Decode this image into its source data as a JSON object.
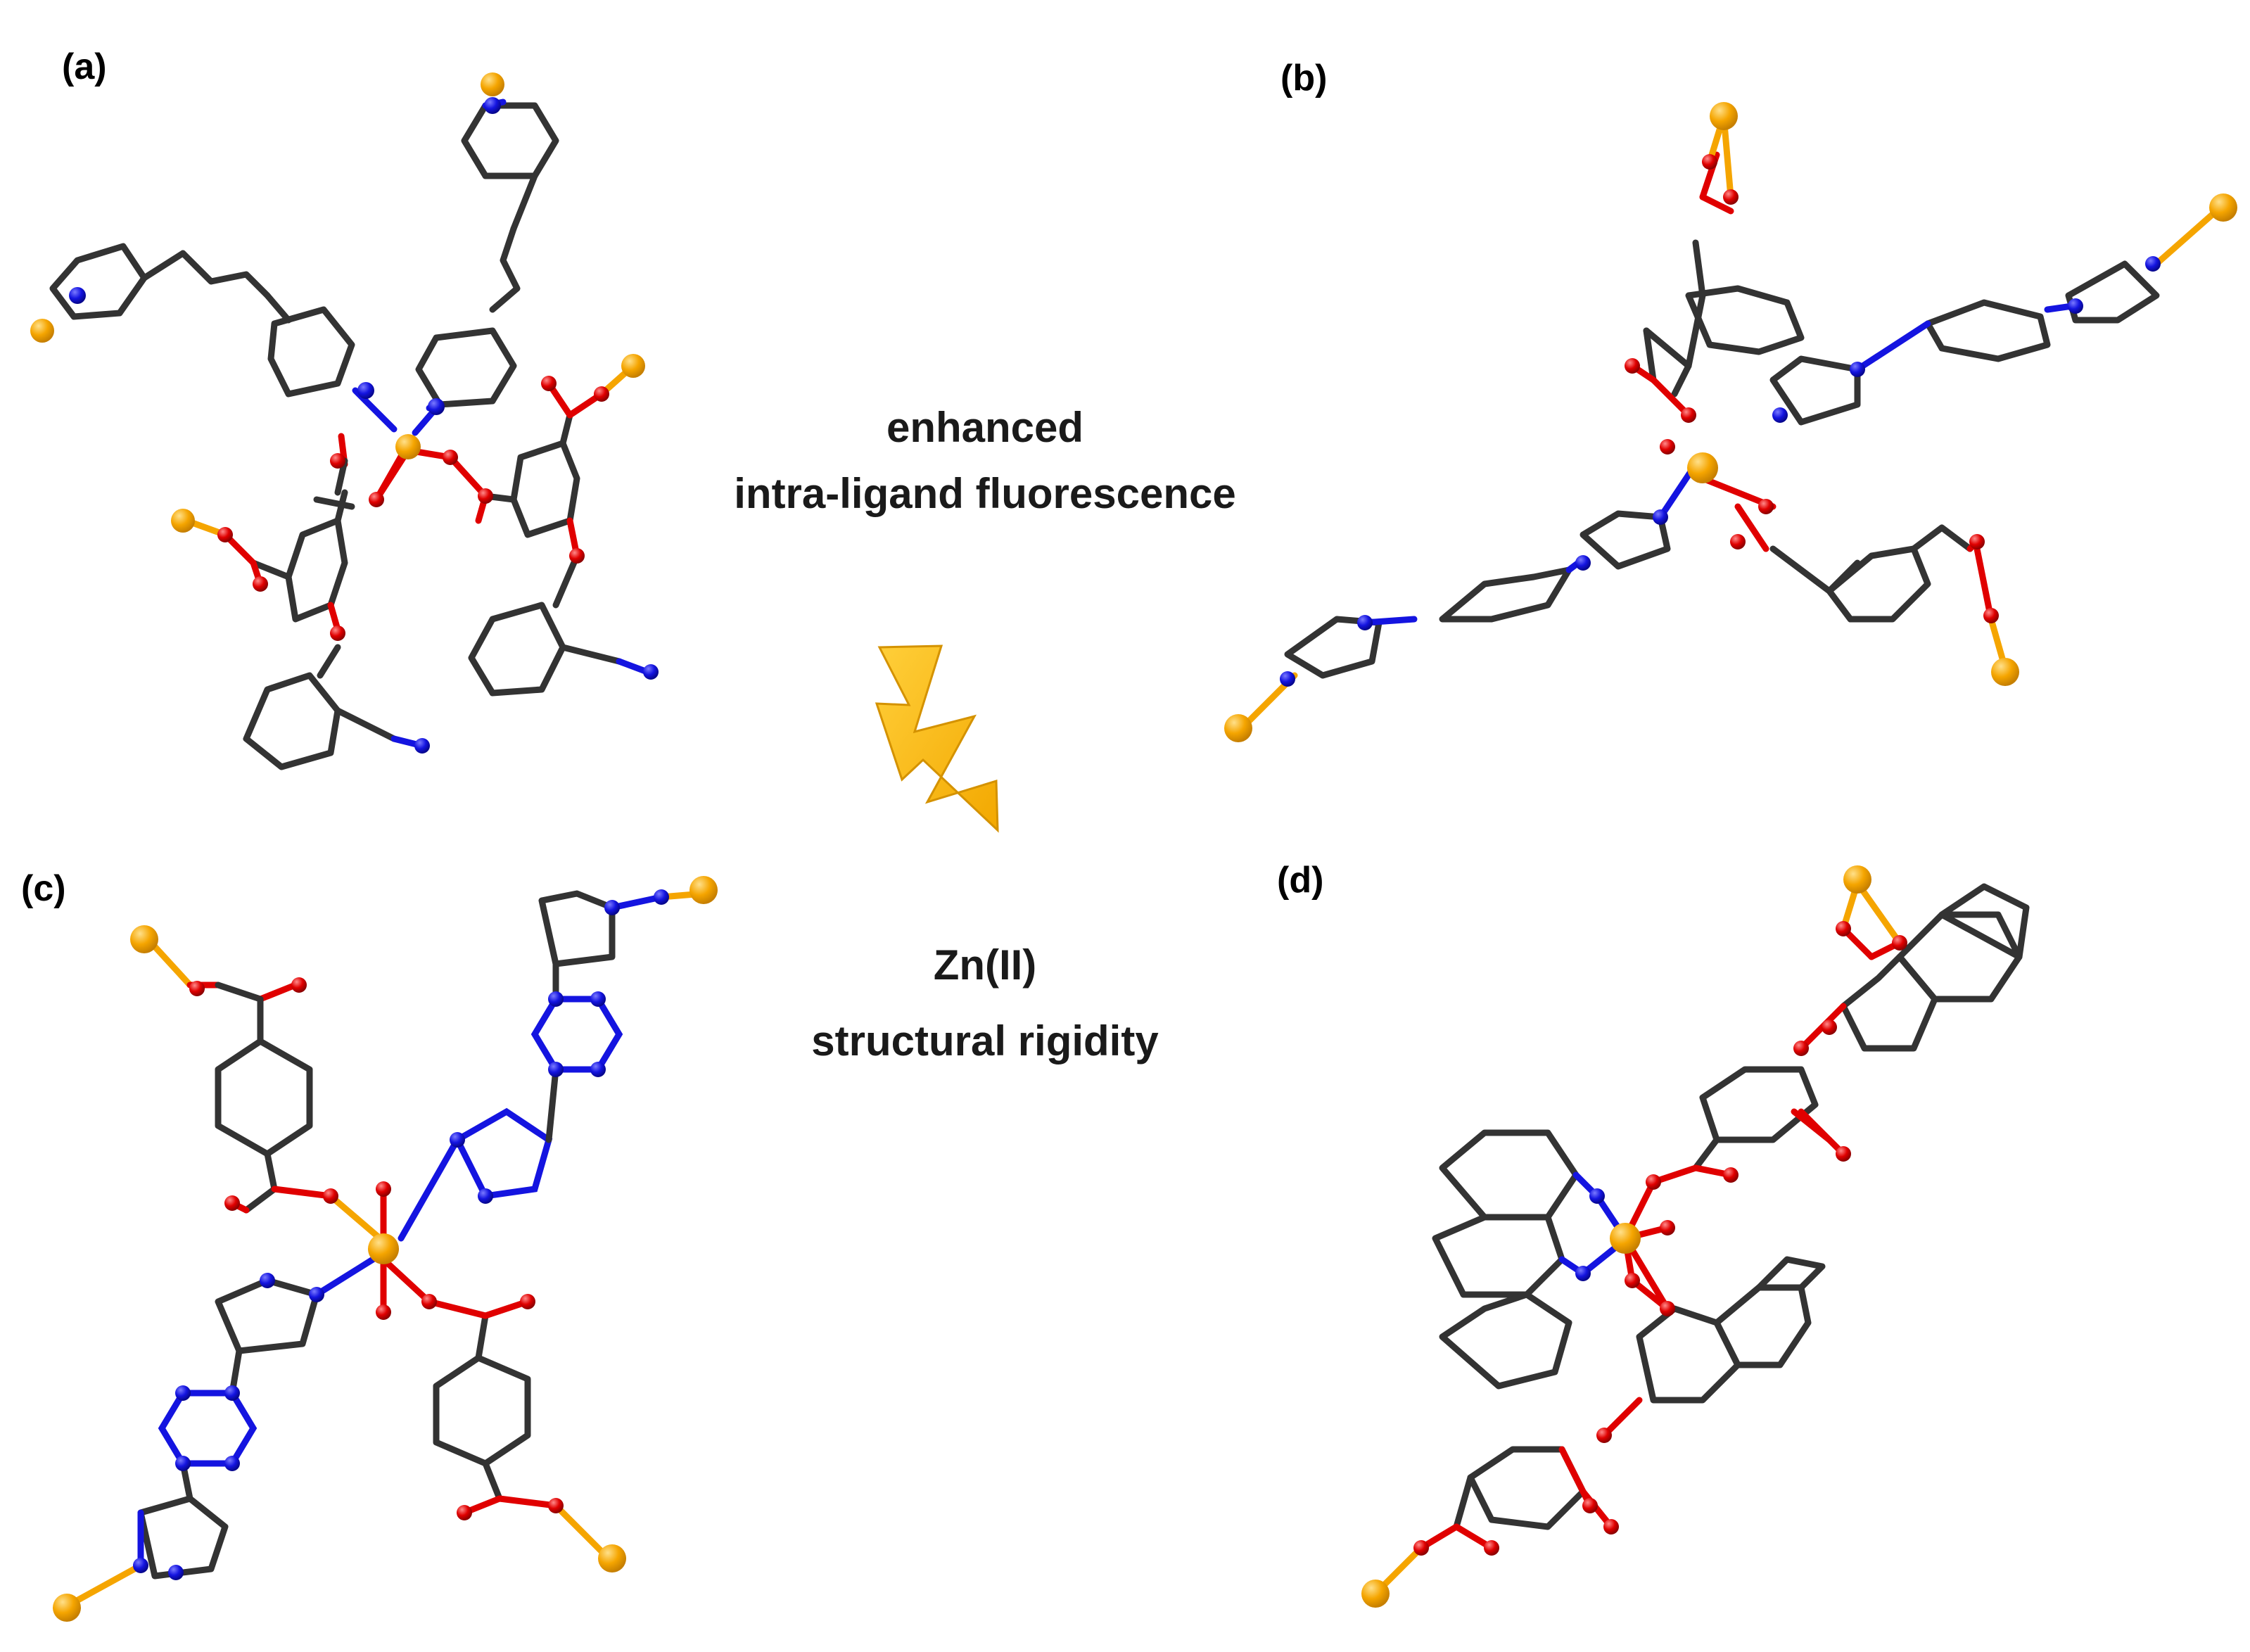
{
  "panels": [
    {
      "id": "a",
      "label": "(a)"
    },
    {
      "id": "b",
      "label": "(b)"
    },
    {
      "id": "c",
      "label": "(c)"
    },
    {
      "id": "d",
      "label": "(d)"
    }
  ],
  "captions": {
    "top_line1": "enhanced",
    "top_line2": "intra-ligand fluorescence",
    "bottom_line1": "Zn(II)",
    "bottom_line2": "structural rigidity"
  },
  "colors": {
    "carbon_bond": "#333333",
    "nitrogen": "#1414e0",
    "oxygen": "#e00000",
    "zinc": "#f5a500",
    "lightning": "#f8b600"
  },
  "icons": {
    "center": "lightning-bolt-icon"
  }
}
